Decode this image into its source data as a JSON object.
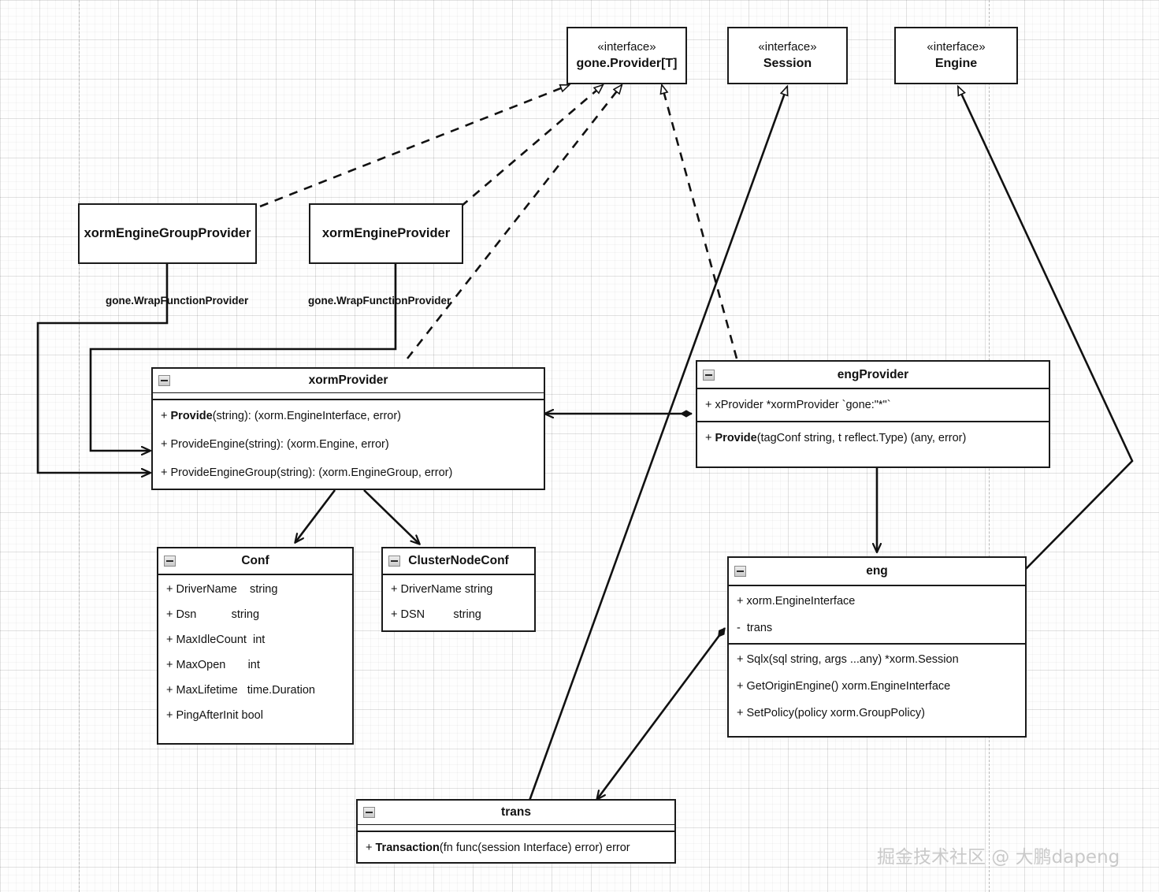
{
  "diagram": {
    "title": "xorm gone Provider UML class diagram",
    "watermark": "掘金技术社区 @ 大鹏dapeng",
    "stereotype_interface": "«interface»",
    "colors": {
      "line": "#1a1a1a",
      "box_fill": "#ffffff",
      "grid_minor": "#f7f7f7",
      "grid_major": "#ebebeb",
      "page_break": "#b9b9b9",
      "watermark": "#c9c9c9"
    }
  },
  "interfaces": [
    {
      "id": "gone_provider",
      "stereotype": "«interface»",
      "name": "gone.Provider[T]"
    },
    {
      "id": "session",
      "stereotype": "«interface»",
      "name": "Session"
    },
    {
      "id": "engine",
      "stereotype": "«interface»",
      "name": "Engine"
    }
  ],
  "plain_nodes": [
    {
      "id": "xorm_engine_group_provider",
      "name": "xormEngineGroupProvider"
    },
    {
      "id": "xorm_engine_provider",
      "name": "xormEngineProvider"
    }
  ],
  "edge_labels": [
    {
      "id": "wrap1",
      "text": "gone.WrapFunctionProvider"
    },
    {
      "id": "wrap2",
      "text": "gone.WrapFunctionProvider"
    }
  ],
  "classes": {
    "xorm_provider": {
      "name": "xormProvider",
      "icon": "minus-collapse-icon",
      "attributes": [],
      "methods": [
        {
          "bold": "Provide",
          "rest": "(string): (xorm.EngineInterface, error)",
          "visibility": "+"
        },
        {
          "bold": "",
          "rest": "ProvideEngine(string): (xorm.Engine, error)",
          "visibility": "+"
        },
        {
          "bold": "",
          "rest": "ProvideEngineGroup(string): (xorm.EngineGroup, error)",
          "visibility": "+"
        }
      ]
    },
    "eng_provider": {
      "name": "engProvider",
      "icon": "minus-collapse-icon",
      "attributes": [
        {
          "bold": "",
          "rest": "xProvider *xormProvider `gone:\"*\"`",
          "visibility": "+"
        }
      ],
      "methods": [
        {
          "bold": "Provide",
          "rest": "(tagConf string, t reflect.Type) (any, error)",
          "visibility": "+"
        }
      ]
    },
    "conf": {
      "name": "Conf",
      "icon": "minus-collapse-icon",
      "attributes": [
        {
          "bold": "",
          "rest": "DriverName    string",
          "visibility": "+"
        },
        {
          "bold": "",
          "rest": "Dsn           string",
          "visibility": "+"
        },
        {
          "bold": "",
          "rest": "MaxIdleCount  int",
          "visibility": "+"
        },
        {
          "bold": "",
          "rest": "MaxOpen       int",
          "visibility": "+"
        },
        {
          "bold": "",
          "rest": "MaxLifetime   time.Duration",
          "visibility": "+"
        },
        {
          "bold": "",
          "rest": "PingAfterInit bool",
          "visibility": "+"
        }
      ],
      "methods": []
    },
    "cluster_node_conf": {
      "name": "ClusterNodeConf",
      "icon": "minus-collapse-icon",
      "attributes": [
        {
          "bold": "",
          "rest": "DriverName string",
          "visibility": "+"
        },
        {
          "bold": "",
          "rest": "DSN         string",
          "visibility": "+"
        }
      ],
      "methods": []
    },
    "eng": {
      "name": "eng",
      "icon": "minus-collapse-icon",
      "attributes": [
        {
          "bold": "",
          "rest": "xorm.EngineInterface",
          "visibility": "+"
        },
        {
          "bold": "",
          "rest": "trans",
          "visibility": "-"
        }
      ],
      "methods": [
        {
          "bold": "",
          "rest": "Sqlx(sql string, args ...any) *xorm.Session",
          "visibility": "+"
        },
        {
          "bold": "",
          "rest": "GetOriginEngine() xorm.EngineInterface",
          "visibility": "+"
        },
        {
          "bold": "",
          "rest": "SetPolicy(policy xorm.GroupPolicy)",
          "visibility": "+"
        }
      ]
    },
    "trans": {
      "name": "trans",
      "icon": "minus-collapse-icon",
      "attributes": [],
      "methods": [
        {
          "bold": "Transaction",
          "rest": "(fn func(session Interface) error) error",
          "visibility": "+"
        }
      ]
    }
  },
  "relations": [
    {
      "from": "xormEngineGroupProvider",
      "to": "gone.Provider[T]",
      "type": "realization"
    },
    {
      "from": "xormEngineProvider",
      "to": "gone.Provider[T]",
      "type": "realization"
    },
    {
      "from": "xormProvider",
      "to": "gone.Provider[T]",
      "type": "realization"
    },
    {
      "from": "engProvider",
      "to": "gone.Provider[T]",
      "type": "realization"
    },
    {
      "from": "trans",
      "to": "Session",
      "type": "generalization"
    },
    {
      "from": "eng",
      "to": "Engine",
      "type": "generalization"
    },
    {
      "from": "xormEngineGroupProvider",
      "to": "xormProvider.ProvideEngineGroup",
      "type": "association"
    },
    {
      "from": "xormEngineProvider",
      "to": "xormProvider.ProvideEngine",
      "type": "association"
    },
    {
      "from": "xormProvider",
      "to": "Conf",
      "type": "association"
    },
    {
      "from": "xormProvider",
      "to": "ClusterNodeConf",
      "type": "association"
    },
    {
      "from": "engProvider",
      "to": "xormProvider",
      "type": "composition"
    },
    {
      "from": "engProvider",
      "to": "eng",
      "type": "association"
    },
    {
      "from": "eng",
      "to": "trans",
      "type": "composition"
    }
  ]
}
